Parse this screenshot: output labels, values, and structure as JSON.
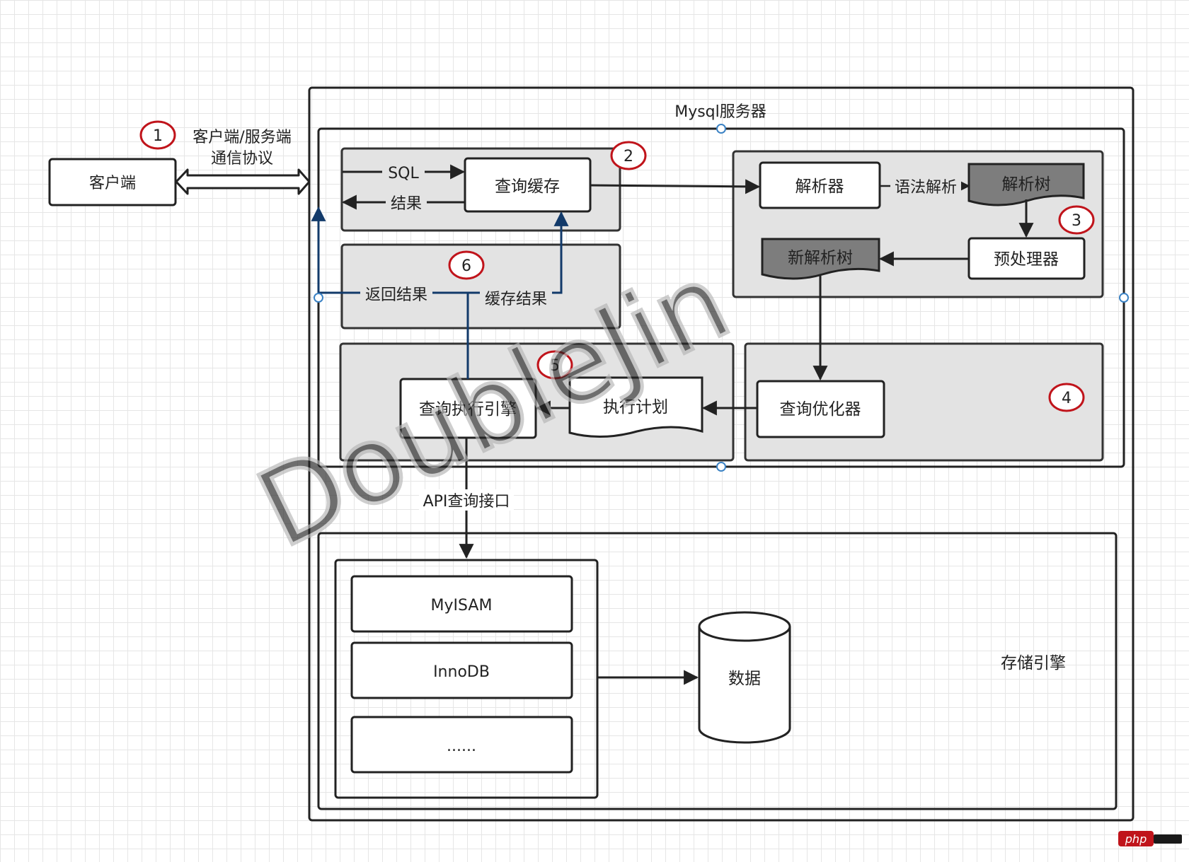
{
  "diagram": {
    "client": "客户端",
    "protocol_line1": "客户端/服务端",
    "protocol_line2": "通信协议",
    "server_title": "Mysql服务器",
    "sql_label": "SQL",
    "result_label": "结果",
    "query_cache": "查询缓存",
    "parser": "解析器",
    "syntax_parse": "语法解析",
    "parse_tree": "解析树",
    "preprocessor": "预处理器",
    "new_parse_tree": "新解析树",
    "return_result": "返回结果",
    "cache_result": "缓存结果",
    "execution_engine": "查询执行引擎",
    "execution_plan": "执行计划",
    "query_optimizer": "查询优化器",
    "api_interface": "API查询接口",
    "engine_myisam": "MyISAM",
    "engine_innodb": "InnoDB",
    "engine_more": "......",
    "data": "数据",
    "storage_engine": "存储引擎",
    "watermark": "DoubleJin",
    "logo_text": "php",
    "step_markers": [
      "1",
      "2",
      "3",
      "4",
      "5",
      "6"
    ]
  }
}
